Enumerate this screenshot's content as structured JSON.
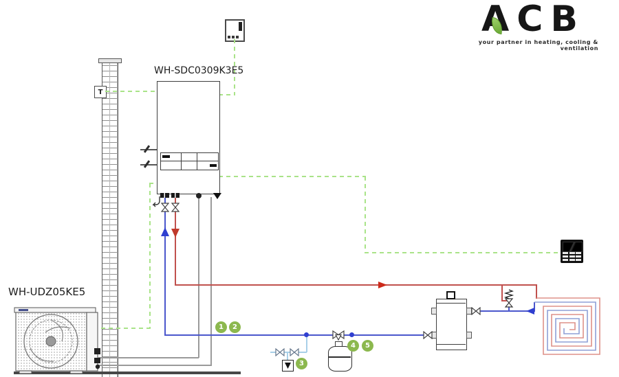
{
  "logo": {
    "brand": "ACB",
    "tagline": "your partner in heating, cooling & ventilation"
  },
  "units": {
    "indoor": {
      "label": "WH-SDC0309K3E5"
    },
    "outdoor": {
      "label": "WH-UDZ05KE5"
    }
  },
  "wall_sensor": {
    "label": "T"
  },
  "markers": [
    {
      "label": "1"
    },
    {
      "label": "2"
    },
    {
      "label": "3"
    },
    {
      "label": "4"
    },
    {
      "label": "5"
    }
  ],
  "colors": {
    "accent_green": "#8cb84e",
    "wiring_green": "#a9e388",
    "pipe_hot": "#c0504d",
    "pipe_cold": "#4a56cc",
    "pipe_fill_loop": "#a8cfe8",
    "refrigerant_gray": "#9a9a9a",
    "floor_coil_hot": "#dd9188",
    "floor_coil_cold": "#8e9fd6"
  }
}
